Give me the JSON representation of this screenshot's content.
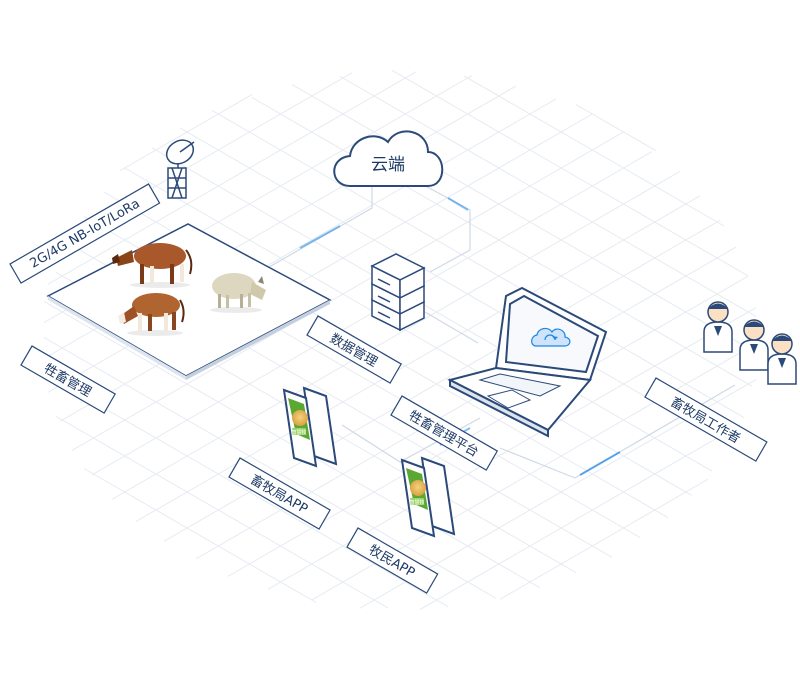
{
  "diagram": {
    "cloud_label": "云端",
    "data_management_label": "数据管理",
    "network_label": "2G/4G NB-IoT/LoRa",
    "livestock_management_label": "牲畜管理",
    "platform_label": "牲畜管理平台",
    "bureau_app_label": "畜牧局APP",
    "herder_app_label": "牧民APP",
    "bureau_staff_label": "畜牧局工作者",
    "app_icon_text": "智慧牧",
    "colors": {
      "line": "#2b4a7a",
      "accent": "#1e88e5",
      "grid": "#e6ebf2",
      "app_green": "#5aa832",
      "cow_brown": "#a8582a",
      "goat": "#ddd7bf"
    }
  }
}
